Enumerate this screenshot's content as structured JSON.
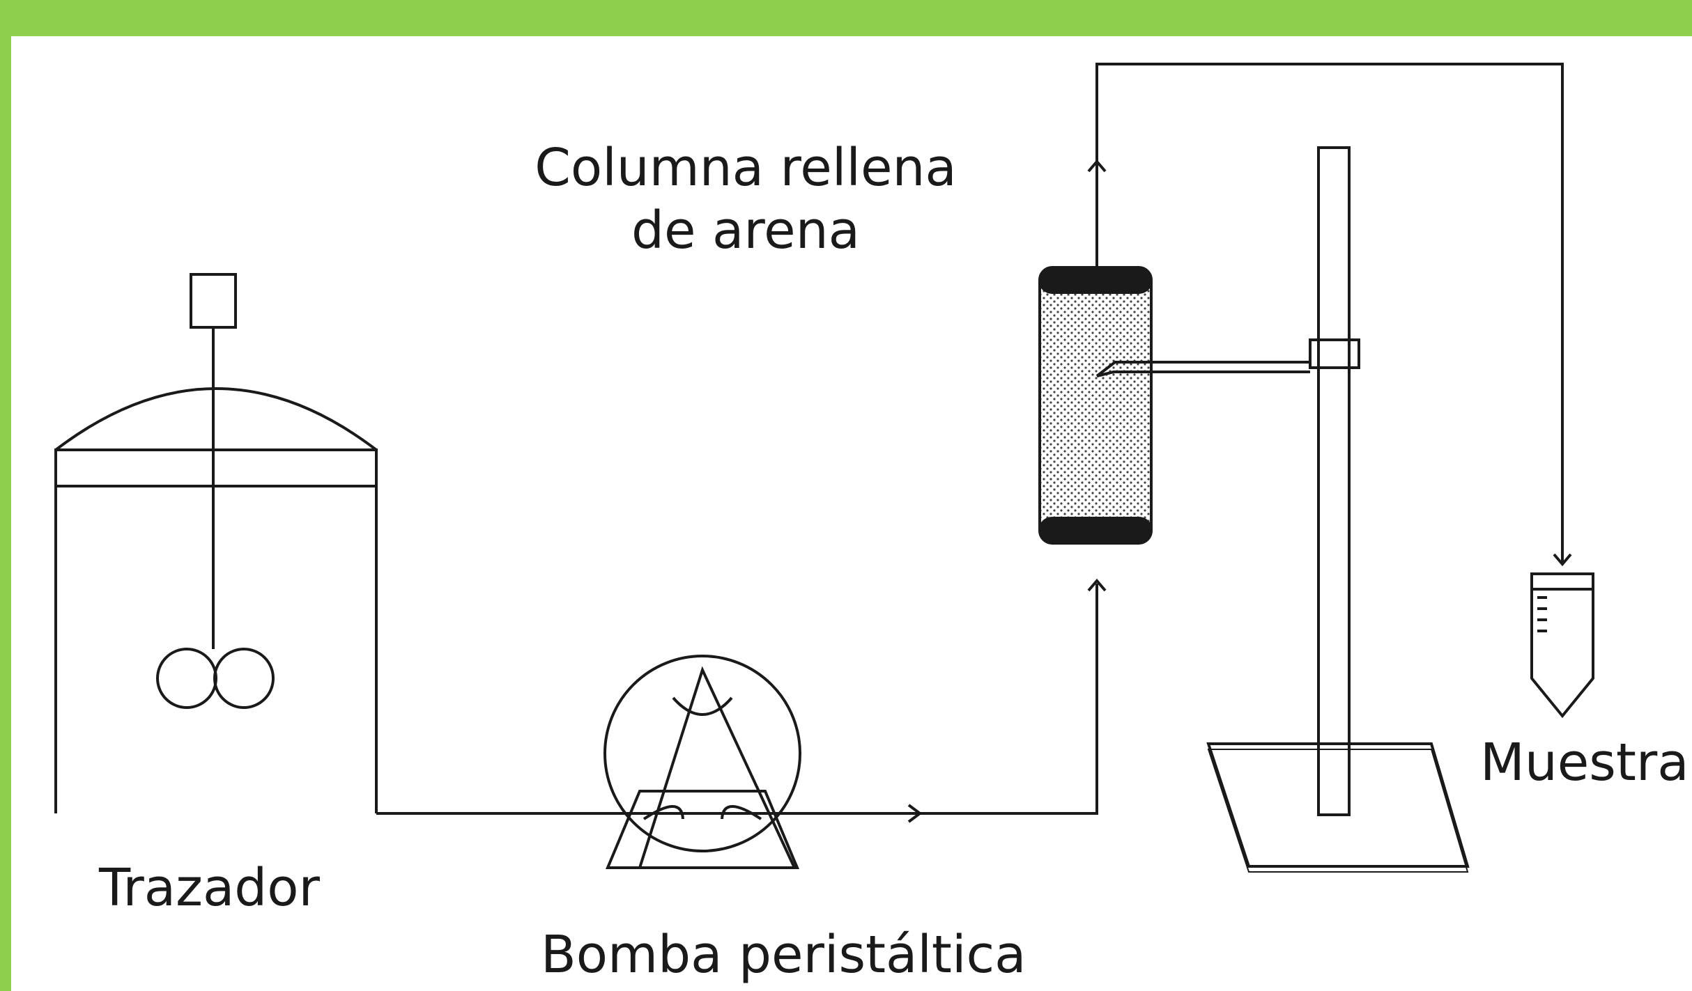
{
  "colors": {
    "frame": "#8fd14f",
    "background": "#ffffff",
    "line": "#1a1a1a"
  },
  "labels": {
    "column_line1": "Columna rellena",
    "column_line2": "de arena",
    "tracer": "Trazador",
    "pump": "Bomba peristáltica",
    "sample": "Muestra"
  },
  "components": [
    {
      "name": "tracer-tank-icon"
    },
    {
      "name": "stirrer-icon"
    },
    {
      "name": "peristaltic-pump-icon"
    },
    {
      "name": "sand-column-icon"
    },
    {
      "name": "support-stand-icon"
    },
    {
      "name": "sample-tube-icon"
    }
  ]
}
